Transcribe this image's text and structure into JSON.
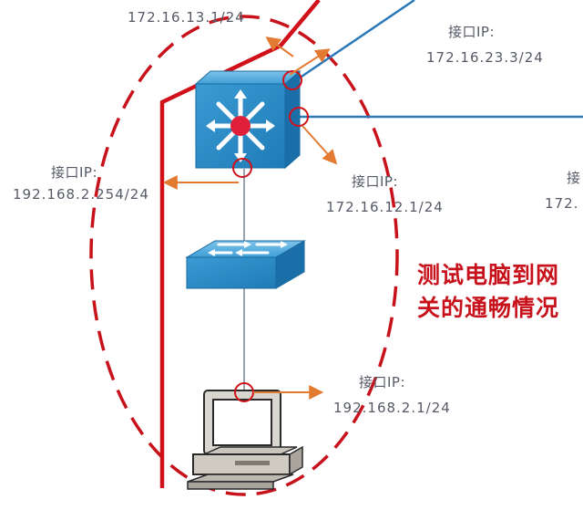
{
  "labels": {
    "top_left_ip": "172.16.13.1/24",
    "top_right_label": "接口IP:",
    "top_right_ip": "172.16.23.3/24",
    "left_label": "接口IP:",
    "left_ip": "192.168.2.254/24",
    "mid_right_label": "接口IP:",
    "mid_right_ip": "172.16.12.1/24",
    "far_right_label": "接",
    "far_right_ip": "172.",
    "bottom_label": "接口IP:",
    "bottom_ip": "192.168.2.1/24"
  },
  "note": {
    "line1": "测试电脑到网",
    "line2": "关的通畅情况"
  },
  "colors": {
    "route_red": "#d0111a",
    "arrow_orange": "#e37a32",
    "device_blue": "#2f8fc8",
    "link_blue": "#2a78b8",
    "link_gray": "#9aa3ad"
  },
  "devices": [
    "l3-switch-icon",
    "l2-switch-icon",
    "computer-icon"
  ]
}
